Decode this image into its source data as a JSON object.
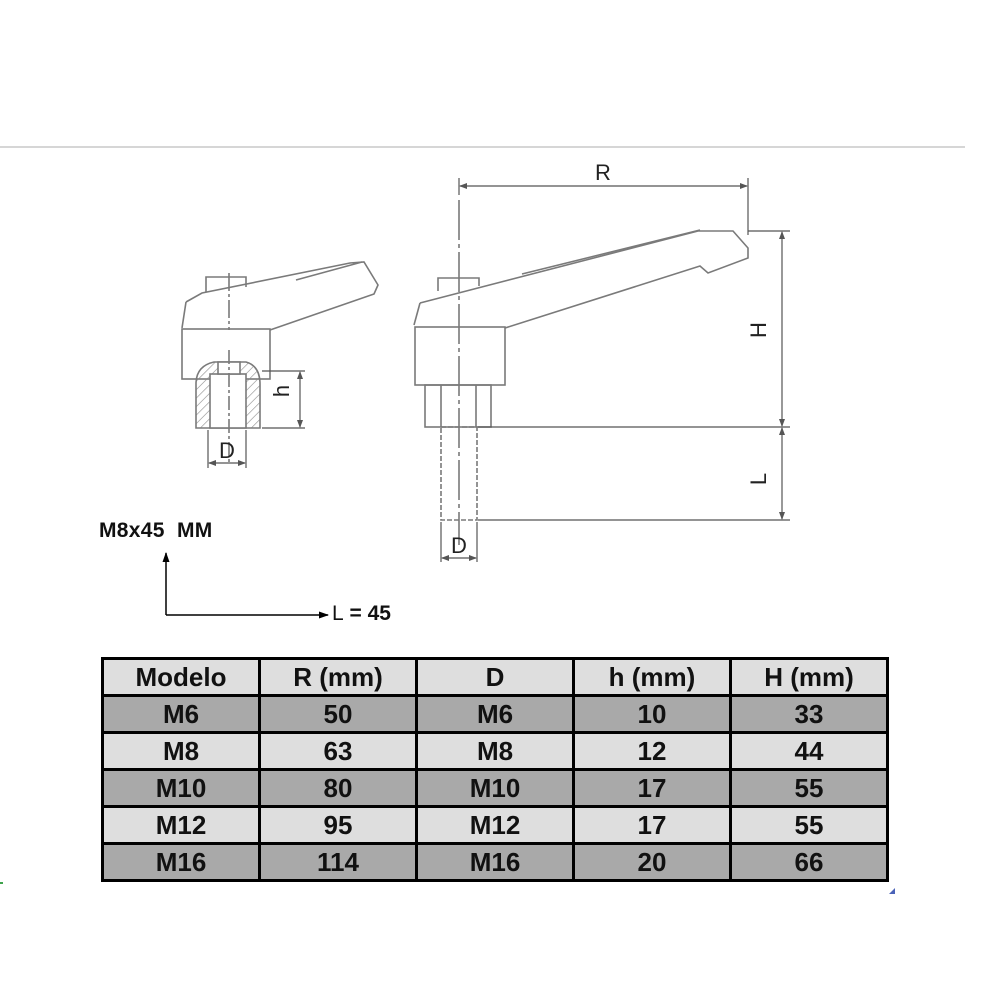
{
  "drawing": {
    "left_view": {
      "dim_h": "h",
      "dim_d": "D"
    },
    "right_view": {
      "dim_r": "R",
      "dim_h": "H",
      "dim_l": "L",
      "dim_d": "D"
    }
  },
  "annotation": {
    "model_note": "M8x45  MM",
    "length_letter": "L",
    "length_value": " = 45"
  },
  "table": {
    "headers": [
      "Modelo",
      "R (mm)",
      "D",
      "h (mm)",
      "H (mm)"
    ],
    "rows": [
      [
        "M6",
        "50",
        "M6",
        "10",
        "33"
      ],
      [
        "M8",
        "63",
        "M8",
        "12",
        "44"
      ],
      [
        "M10",
        "80",
        "M10",
        "17",
        "55"
      ],
      [
        "M12",
        "95",
        "M12",
        "17",
        "55"
      ],
      [
        "M16",
        "114",
        "M16",
        "20",
        "66"
      ]
    ]
  },
  "colors": {
    "header_bg": "#dedede",
    "row_dark_bg": "#a9a9a9",
    "row_light_bg": "#dedede",
    "border": "#000000",
    "drawing_line": "#7a7a7a"
  }
}
